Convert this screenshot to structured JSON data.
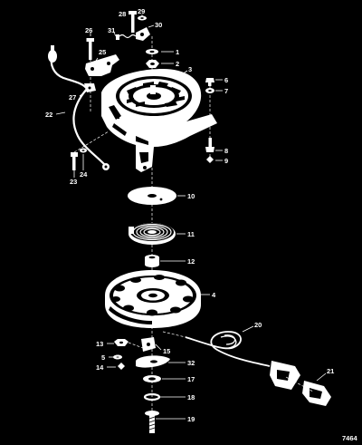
{
  "figure_code": "7464",
  "callouts": {
    "c1": "1",
    "c2": "2",
    "c3": "3",
    "c4": "4",
    "c5": "5",
    "c6": "6",
    "c7": "7",
    "c8": "8",
    "c9": "9",
    "c10": "10",
    "c11": "11",
    "c12": "12",
    "c13": "13",
    "c14": "14",
    "c15": "15",
    "c17": "17",
    "c18": "18",
    "c19": "19",
    "c20": "20",
    "c21": "21",
    "c22": "22",
    "c23": "23",
    "c24": "24",
    "c25": "25",
    "c26": "26",
    "c27": "27",
    "c28": "28",
    "c29": "29",
    "c30": "30",
    "c31": "31",
    "c32": "32"
  },
  "colors": {
    "background": "#000000",
    "ink": "#ffffff"
  },
  "parts": {
    "p1": "washer",
    "p2": "nut",
    "p3": "starter-housing",
    "p4": "pulley",
    "p5": "washer",
    "p6": "bolt",
    "p7": "washer",
    "p8": "bolt",
    "p9": "washer",
    "p10": "friction-plate",
    "p11": "recoil-spring-assembly",
    "p12": "bushing",
    "p13": "nut",
    "p14": "washer",
    "p15": "spring",
    "p17": "washer",
    "p18": "wave-washer",
    "p19": "screw",
    "p20": "starter-rope",
    "p21": "rope-handle",
    "p22": "interlock-cable",
    "p23": "screw",
    "p24": "washer",
    "p25": "bracket",
    "p26": "screw",
    "p27": "clip",
    "p28": "screw",
    "p29": "washer",
    "p30": "interlock-cam",
    "p31": "spring",
    "p32": "pawl"
  }
}
